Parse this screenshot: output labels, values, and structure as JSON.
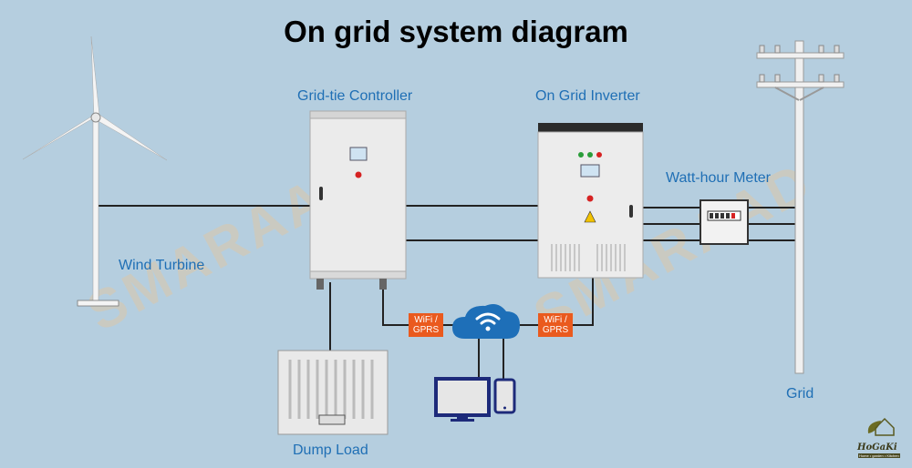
{
  "title": "On grid system diagram",
  "labels": {
    "wind_turbine": "Wind Turbine",
    "controller": "Grid-tie Controller",
    "inverter": "On Grid Inverter",
    "meter": "Watt-hour Meter",
    "grid": "Grid",
    "dump_load": "Dump Load"
  },
  "badges": [
    "WiFi / GPRS",
    "WiFi / GPRS"
  ],
  "watermark": "SMARAAD",
  "logo": {
    "name": "HoGaKi",
    "tagline": "Home • garden • Kitchen"
  },
  "colors": {
    "background": "#b5cedf",
    "label": "#1f6fb5",
    "badge": "#ea5a1e",
    "cloud": "#1e6fb8",
    "device": "#1d2a7a"
  }
}
